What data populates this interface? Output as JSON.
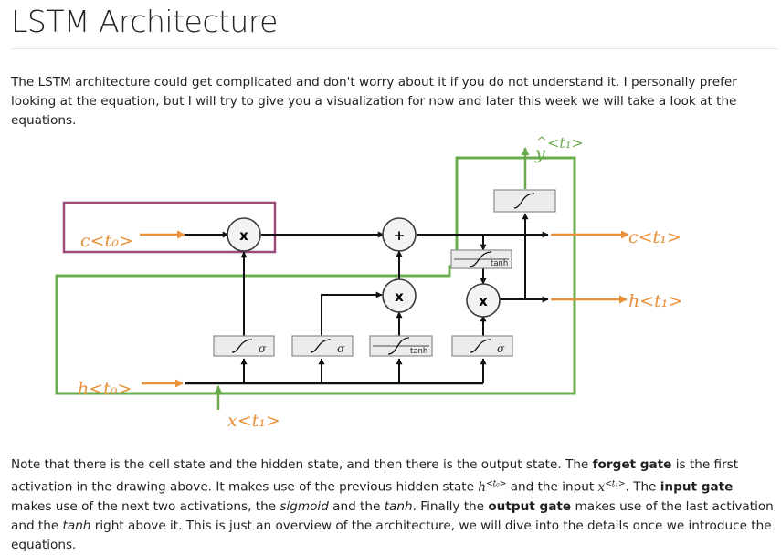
{
  "page": {
    "title": "LSTM Architecture",
    "intro": "The LSTM architecture could get complicated and don't worry about it if you do not understand it. I personally prefer looking at the equation, but I will try to give you a visualization for now and later this week we will take a look at the equations.",
    "note": {
      "t1": "Note that there is the cell state and the hidden state, and then there is the output state. The ",
      "b1": "forget gate",
      "t2": " is the first activation in the drawing above. It makes use of the previous hidden state ",
      "m1": "h",
      "m1sup": "<t₀>",
      "t3": " and the input ",
      "m2": "x",
      "m2sup": "<t₁>",
      "t4": ". The ",
      "b2": "input gate",
      "t5": " makes use of the next two activations, the ",
      "i1": "sigmoid",
      "t6": " and the ",
      "i2": "tanh",
      "t7": ". Finally the ",
      "b3": "output gate",
      "t8": " makes use of the last activation and the ",
      "i3": "tanh",
      "t9": " right above it. This is just an overview of the architecture, we will dive into the details once we introduce the equations."
    }
  },
  "diagram": {
    "labels": {
      "c_prev": "c<t₀>",
      "h_prev": "h<t₀>",
      "x_in": "x<t₁>",
      "y_hat_base": "y",
      "y_hat_hat": "^",
      "y_hat_sup": "<t₁>",
      "c_next": "c<t₁>",
      "h_next": "h<t₁>"
    },
    "ops": {
      "multiply": "x",
      "add": "+"
    },
    "gate_text": {
      "sigma": "σ",
      "tanh": "tanh"
    },
    "colors": {
      "orange": "#e8913a",
      "green": "#6aab4d",
      "purple": "#9b4a7a",
      "line": "#111111"
    }
  }
}
